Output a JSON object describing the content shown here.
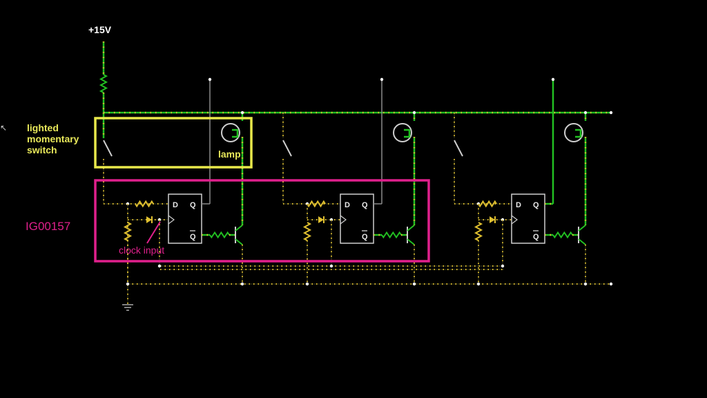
{
  "labels": {
    "supply": "+15V",
    "switch": "lighted\nmomentary\nswitch",
    "lamp": "lamp",
    "chip": "IG00157",
    "clock": "clock input"
  },
  "flipflop": {
    "d": "D",
    "q": "Q",
    "qbar": "Q"
  },
  "colors": {
    "background": "#000000",
    "wire_live": "#22c022",
    "wire_dots": "#e0c030",
    "wire_idle": "#8a8a8a",
    "highlight_yellow": "#e8e84a",
    "highlight_magenta": "#e0208c"
  },
  "stages": 3
}
